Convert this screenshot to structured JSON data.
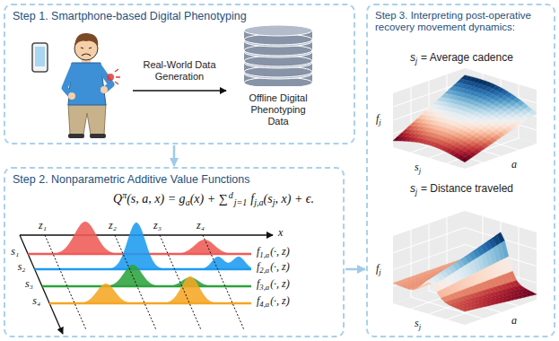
{
  "diagram": {
    "nodes": [
      {
        "text": [
          "Step 1. Smartphone-based Digital Phenotyping"
        ]
      },
      {
        "text": [
          "Offline Digital Phenotyping Data"
        ],
        "in": 0
      },
      {
        "text": [
          "Step 2. Nonparametric Additive Value Functions"
        ]
      },
      {
        "text": [
          "Step 3. Interpreting post-operative recovery movement dynamics:"
        ]
      }
    ],
    "edges": [
      {
        "from": 0,
        "to": 2,
        "arrow": "to"
      },
      {
        "from": 2,
        "to": 3,
        "arrow": "to"
      }
    ],
    "labels": [
      "Real-World Data Generation",
      "Q",
      "π",
      "(s, a, x) = g",
      "a",
      "(x) + ∑",
      "d",
      "j=1",
      "f",
      "j,a",
      "(s",
      "j",
      ", x) + ϵ.",
      "z₁",
      "z₂",
      "z₃",
      "z₄",
      "x",
      "s₁",
      "s₂",
      "s₃",
      "s₄",
      "f",
      "1,a",
      "(·, z)",
      "f",
      "2,a",
      "(·, z)",
      "f",
      "3,a",
      "(·, z)",
      "f",
      "4,a",
      "(·, z)",
      "s",
      "j",
      "= Average cadence",
      "f",
      "j",
      "s",
      "j",
      "a",
      "s",
      "j",
      "= Distance traveled",
      "f",
      "j",
      "s",
      "j",
      "a"
    ]
  }
}
